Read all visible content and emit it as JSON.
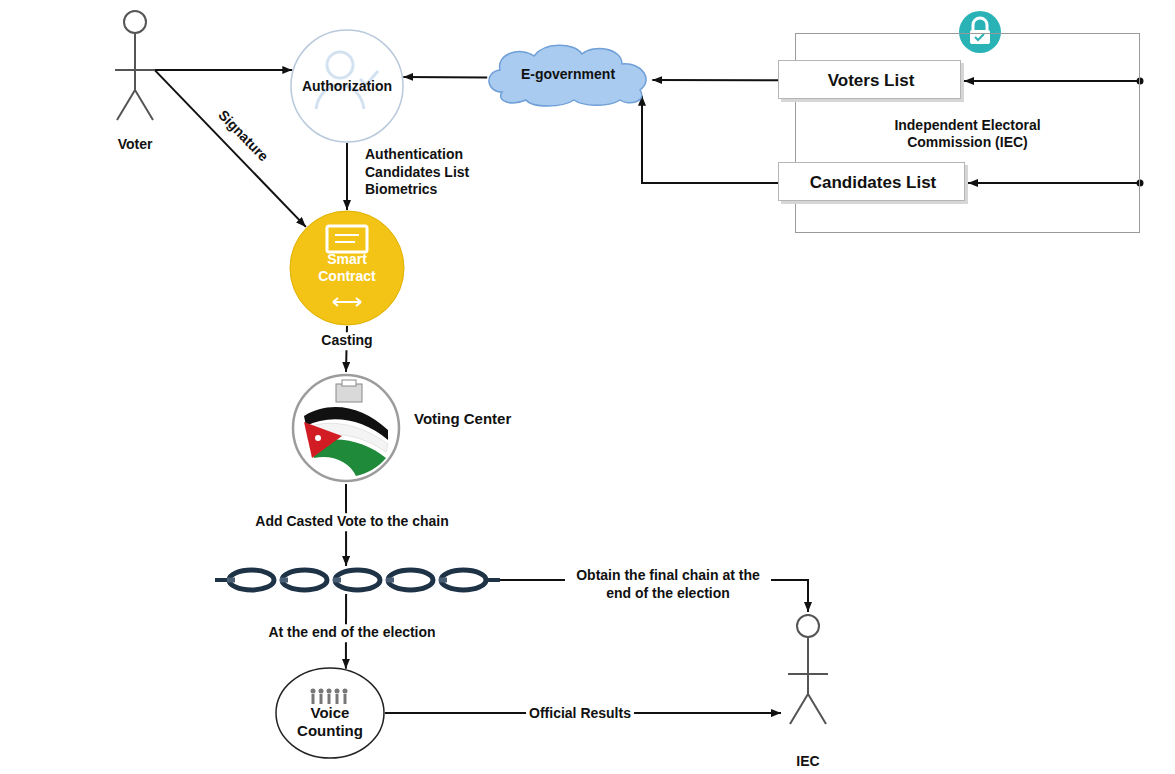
{
  "diagram": {
    "nodes": [
      {
        "text": [
          "Voter"
        ]
      },
      {
        "text": [
          "Authorization"
        ]
      },
      {
        "text": [
          "E-government"
        ]
      },
      {
        "text": [
          "Independent Electoral Commission (IEC)"
        ]
      },
      {
        "text": [
          "Voters List"
        ],
        "in": 3
      },
      {
        "text": [
          "Candidates List"
        ],
        "in": 3
      },
      {
        "text": [
          "Smart Contract"
        ]
      },
      {
        "text": [
          "Voting Center"
        ]
      },
      {
        "text": []
      },
      {
        "text": [
          "Voice Counting"
        ]
      },
      {
        "text": [
          "IEC"
        ]
      }
    ],
    "edges": [
      {
        "from": 0,
        "to": 1,
        "arrow": "to"
      },
      {
        "from": 0,
        "to": 6,
        "label": "Signature",
        "arrow": "to"
      },
      {
        "from": 2,
        "to": 1,
        "arrow": "to"
      },
      {
        "from": 4,
        "to": 2,
        "arrow": "to"
      },
      {
        "from": 5,
        "to": 2,
        "arrow": "to"
      },
      {
        "from": 3,
        "to": 4,
        "arrow": "to"
      },
      {
        "from": 3,
        "to": 5,
        "arrow": "to"
      },
      {
        "from": 1,
        "to": 6,
        "label": "Authentication Candidates List Biometrics",
        "arrow": "to"
      },
      {
        "from": 6,
        "to": 7,
        "label": "Casting",
        "arrow": "to"
      },
      {
        "from": 7,
        "to": 8,
        "label": "Add Casted Vote to the chain",
        "arrow": "to"
      },
      {
        "from": 8,
        "to": 9,
        "label": "At the end of the election",
        "arrow": "to"
      },
      {
        "from": 8,
        "to": 10,
        "label": "Obtain the final chain at the end of the election",
        "arrow": "to"
      },
      {
        "from": 9,
        "to": 10,
        "label": "Official Results",
        "arrow": "to"
      }
    ]
  }
}
